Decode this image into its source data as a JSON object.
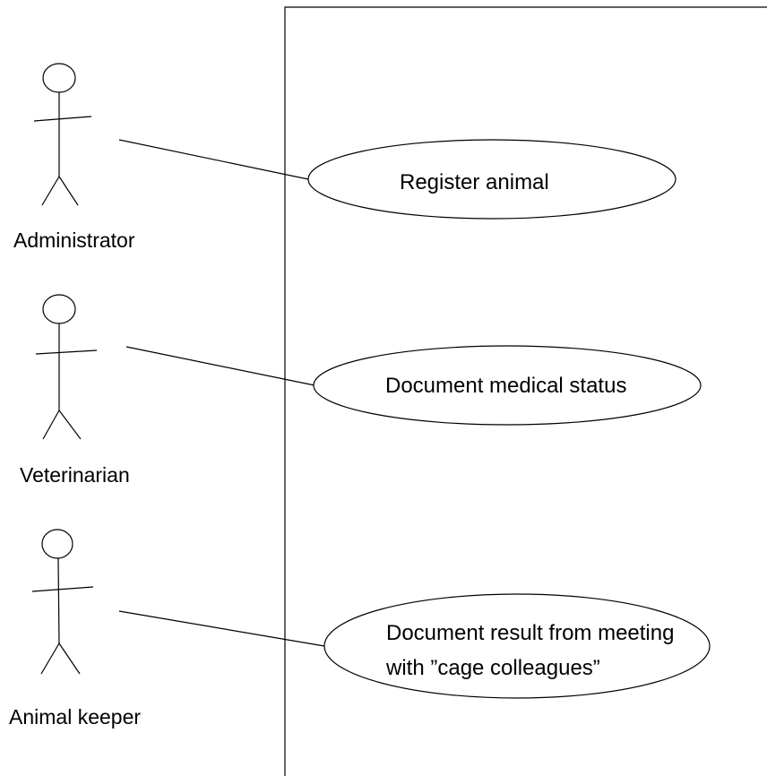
{
  "diagram": {
    "type": "use-case",
    "actors": [
      {
        "id": "administrator",
        "label": "Administrator"
      },
      {
        "id": "veterinarian",
        "label": "Veterinarian"
      },
      {
        "id": "animal-keeper",
        "label": "Animal keeper"
      }
    ],
    "use_cases": [
      {
        "id": "register-animal",
        "lines": [
          "Register animal"
        ]
      },
      {
        "id": "document-medical-status",
        "lines": [
          "Document medical status"
        ]
      },
      {
        "id": "document-meeting-result",
        "lines": [
          "Document result from meeting",
          "with ”cage colleagues”"
        ]
      }
    ],
    "associations": [
      {
        "actor": "administrator",
        "use_case": "register-animal"
      },
      {
        "actor": "veterinarian",
        "use_case": "document-medical-status"
      },
      {
        "actor": "animal-keeper",
        "use_case": "document-meeting-result"
      }
    ]
  }
}
